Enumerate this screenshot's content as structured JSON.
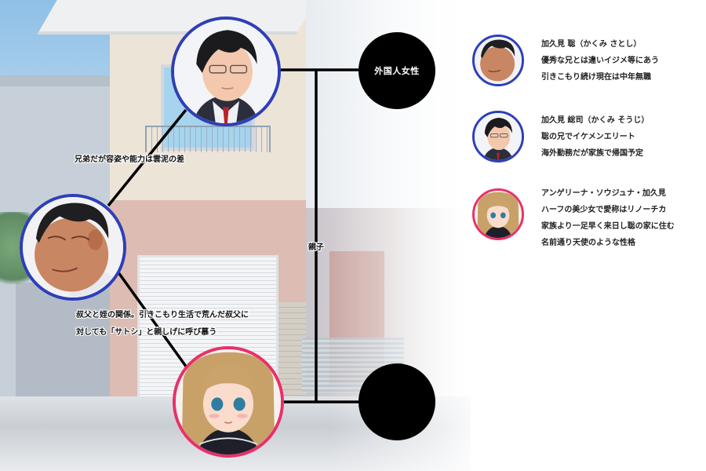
{
  "diagram": {
    "nodes": {
      "soji": {
        "name": "加久見 総司",
        "border_color": "#2e3fb8"
      },
      "satoshi": {
        "name": "加久見 聡",
        "border_color": "#2e3fb8"
      },
      "angelina": {
        "name": "アンゲリーナ・ソウジュナ・加久見",
        "border_color": "#e8306a"
      },
      "foreign_woman": {
        "label": "外国人女性",
        "fill": "#000000"
      },
      "unknown_child": {
        "label": "",
        "fill": "#000000"
      }
    },
    "edges": [
      {
        "from": "satoshi",
        "to": "soji",
        "label_lines": [
          "兄弟だが容姿や能力は雲泥の差"
        ]
      },
      {
        "from": "satoshi",
        "to": "angelina",
        "label_lines": [
          "叔父と姪の関係。引きこもり生活で荒んだ叔父に",
          "対しても「サトシ」と親しげに呼び慕う"
        ]
      },
      {
        "from": "soji+foreign_woman",
        "to": "angelina+unknown_child",
        "label_lines": [
          "親子"
        ]
      }
    ]
  },
  "legend": [
    {
      "name_line": "加久見 聡（かくみ さとし）",
      "lines": [
        "優秀な兄とは違いイジメ等にあう",
        "引きこもり続け現在は中年無職"
      ],
      "border_color": "#2e3fb8"
    },
    {
      "name_line": "加久見 総司（かくみ そうじ）",
      "lines": [
        "聡の兄でイケメンエリート",
        "海外勤務だが家族で帰国予定"
      ],
      "border_color": "#2e3fb8"
    },
    {
      "name_line": "アンゲリーナ・ソウジュナ・加久見",
      "lines": [
        "ハーフの美少女で愛称はリノーチカ",
        "家族より一足早く来日し聡の家に住む",
        "名前通り天使のような性格"
      ],
      "border_color": "#e8306a"
    }
  ],
  "colors": {
    "male_border": "#2e3fb8",
    "female_border": "#e8306a",
    "line": "#000000"
  }
}
